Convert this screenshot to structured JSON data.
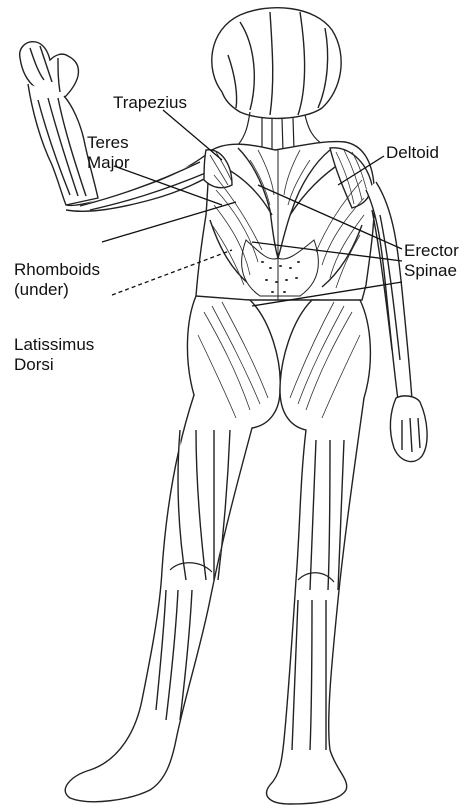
{
  "diagram": {
    "labels": {
      "trapezius": {
        "lines": [
          "Trapezius"
        ]
      },
      "teres_major": {
        "lines": [
          "Teres",
          "Major"
        ]
      },
      "deltoid": {
        "lines": [
          "Deltoid"
        ]
      },
      "erector_spinae": {
        "lines": [
          "Erector",
          "Spinae"
        ]
      },
      "rhomboids": {
        "lines": [
          "Rhomboids",
          "(under)"
        ]
      },
      "latissimus_dorsi": {
        "lines": [
          "Latissimus",
          "Dorsi"
        ]
      }
    }
  }
}
